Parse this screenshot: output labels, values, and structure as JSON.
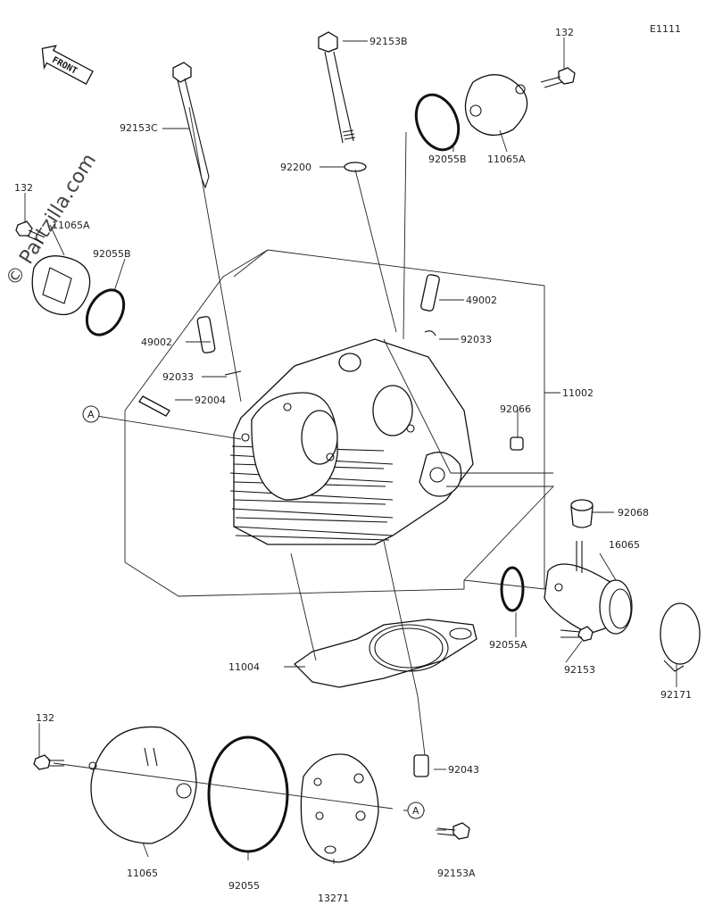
{
  "diagram": {
    "code": "E1111",
    "watermark": "© Partzilla.com",
    "front_label": "FRONT",
    "callout_marker": "A",
    "labels": {
      "p92153B": "92153B",
      "p132_top": "132",
      "p92153C": "92153C",
      "p92200": "92200",
      "p92055B_top": "92055B",
      "p11065A_top": "11065A",
      "p132_left": "132",
      "p11065A_left": "11065A",
      "p92055B_left": "92055B",
      "p49002_right": "49002",
      "p49002_left": "49002",
      "p92033_right": "92033",
      "p92033_left": "92033",
      "p11002": "11002",
      "p92004": "92004",
      "p92066": "92066",
      "p92068": "92068",
      "p16065": "16065",
      "p92055A": "92055A",
      "p92153": "92153",
      "p92171": "92171",
      "p11004": "11004",
      "p132_bottom": "132",
      "p92043": "92043",
      "p92153A": "92153A",
      "p11065": "11065",
      "p92055": "92055",
      "p13271": "13271"
    }
  }
}
